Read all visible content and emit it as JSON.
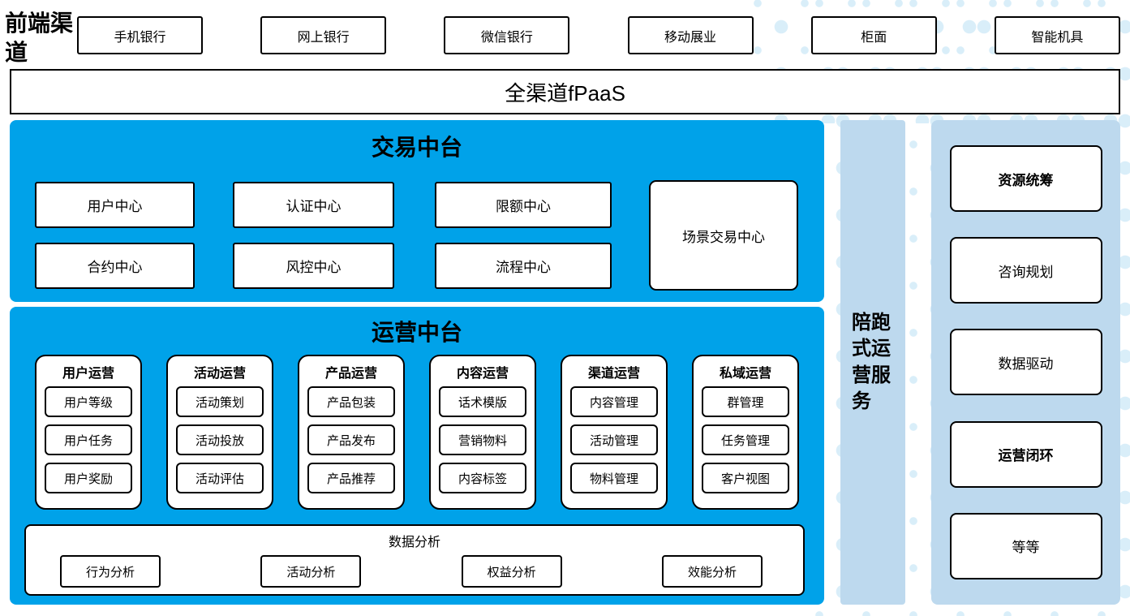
{
  "colors": {
    "primary_blue": "#00A2E9",
    "light_blue": "#BDD9EE",
    "dot_blue": "#D9EEF9"
  },
  "front_channels": {
    "label": "前端渠道",
    "items": [
      "手机银行",
      "网上银行",
      "微信银行",
      "移动展业",
      "柜面",
      "智能机具"
    ]
  },
  "fpaas": {
    "label": "全渠道fPaaS"
  },
  "transaction_platform": {
    "title": "交易中台",
    "row1": [
      "用户中心",
      "认证中心",
      "限额中心"
    ],
    "row2": [
      "合约中心",
      "风控中心",
      "流程中心"
    ],
    "tall_box": "场景交易中心"
  },
  "operation_platform": {
    "title": "运营中台",
    "columns": [
      {
        "header": "用户运营",
        "items": [
          "用户等级",
          "用户任务",
          "用户奖励"
        ]
      },
      {
        "header": "活动运营",
        "items": [
          "活动策划",
          "活动投放",
          "活动评估"
        ]
      },
      {
        "header": "产品运营",
        "items": [
          "产品包装",
          "产品发布",
          "产品推荐"
        ]
      },
      {
        "header": "内容运营",
        "items": [
          "话术模版",
          "营销物料",
          "内容标签"
        ]
      },
      {
        "header": "渠道运营",
        "items": [
          "内容管理",
          "活动管理",
          "物料管理"
        ]
      },
      {
        "header": "私域运营",
        "items": [
          "群管理",
          "任务管理",
          "客户视图"
        ]
      }
    ],
    "data_analysis": {
      "header": "数据分析",
      "items": [
        "行为分析",
        "活动分析",
        "权益分析",
        "效能分析"
      ]
    }
  },
  "companion_bar": {
    "label": "陪跑式运营服务"
  },
  "right_panel": {
    "items": [
      "资源统筹",
      "咨询规划",
      "数据驱动",
      "运营闭环",
      "等等"
    ]
  }
}
